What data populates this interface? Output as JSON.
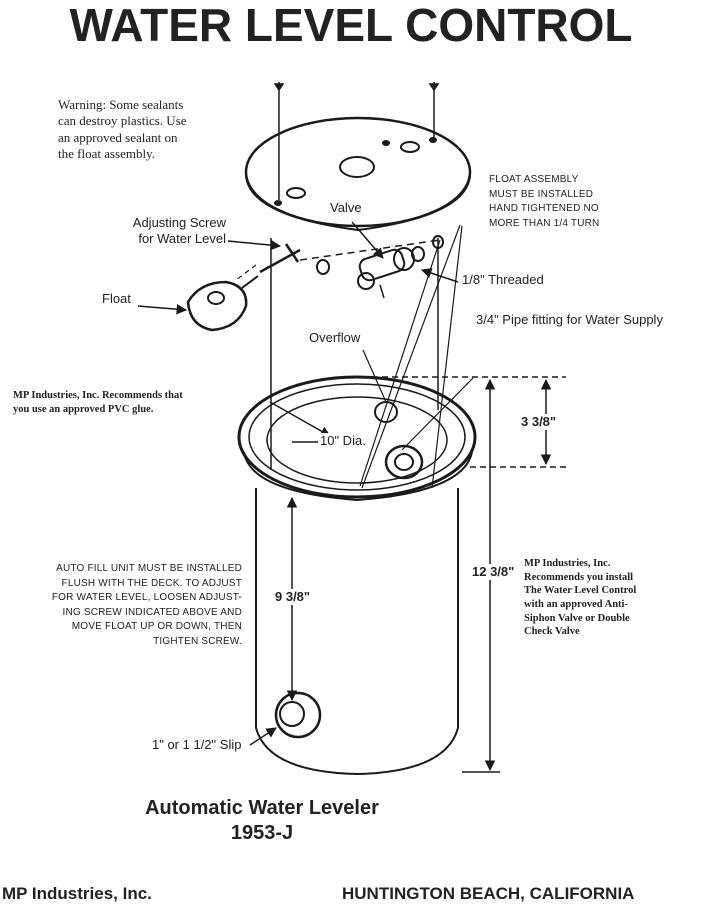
{
  "header": {
    "title": "WATER LEVEL CONTROL"
  },
  "notes": {
    "warning": "Warning: Some sealants\ncan destroy plastics. Use\nan approved sealant on\nthe float assembly.",
    "float_assembly": "FLOAT ASSEMBLY\nMUST BE INSTALLED\nHAND TIGHTENED NO\nMORE THAN 1/4 TURN",
    "pvc_glue": "MP Industries, Inc. Recommends that\nyou use an approved PVC glue.",
    "auto_fill": "AUTO FILL UNIT MUST BE INSTALLED\nFLUSH WITH THE DECK. TO ADJUST\nFOR WATER LEVEL, LOOSEN ADJUST-\nING SCREW INDICATED ABOVE AND\nMOVE FLOAT UP OR DOWN, THEN\nTIGHTEN SCREW.",
    "anti_siphon": "MP Industries, Inc.\nRecommends you install\nThe Water Level Control\nwith an approved Anti-\nSiphon Valve or Double\nCheck Valve"
  },
  "labels": {
    "valve": "Valve",
    "adjusting_screw": "Adjusting Screw\nfor Water Level",
    "float": "Float",
    "threaded": "1/8\" Threaded",
    "pipe_fitting": "3/4\" Pipe fitting for Water Supply",
    "overflow": "Overflow",
    "diameter": "10\" Dia.",
    "slip": "1\" or 1 1/2\" Slip"
  },
  "dimensions": {
    "lip_height": "3 3/8\"",
    "total_height": "12 3/8\"",
    "body_height": "9 3/8\""
  },
  "footer": {
    "product_name": "Automatic Water Leveler",
    "model": "1953-J",
    "company": "MP Industries, Inc.",
    "location": "HUNTINGTON BEACH, CALIFORNIA"
  },
  "colors": {
    "ink": "#1a1a1a",
    "paper": "#ffffff"
  }
}
